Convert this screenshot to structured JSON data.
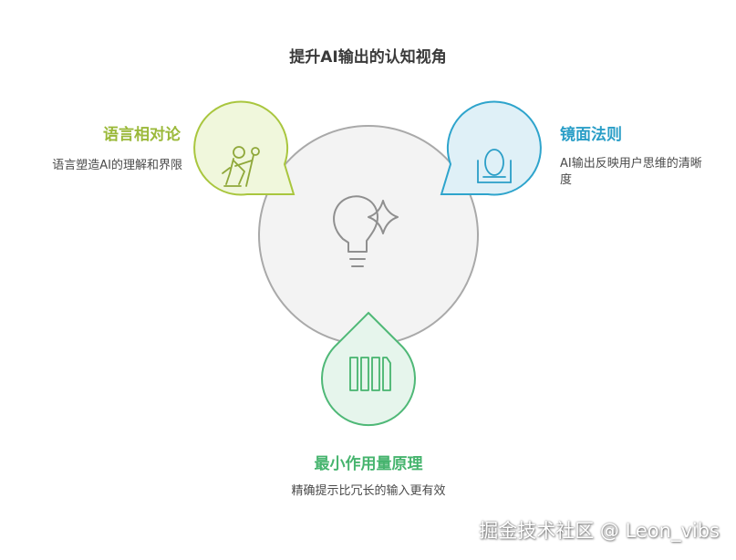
{
  "title": "提升AI输出的认知视角",
  "nodes": {
    "language": {
      "label": "语言相对论",
      "description": "语言塑造AI的理解和界限",
      "color": "#9bb93a",
      "icon": "figure-with-staff-icon"
    },
    "mirror": {
      "label": "镜面法则",
      "description": "AI输出反映用户思维的清晰度",
      "color": "#2a9ec7",
      "icon": "mirror-icon"
    },
    "minimal": {
      "label": "最小作用量原理",
      "description": "精确提示比冗长的输入更有效",
      "color": "#46b46e",
      "icon": "bars-icon"
    }
  },
  "center": {
    "icon": "lightbulb-sparkle-icon"
  },
  "watermark": "掘金技术社区 @ Leon_vibs"
}
